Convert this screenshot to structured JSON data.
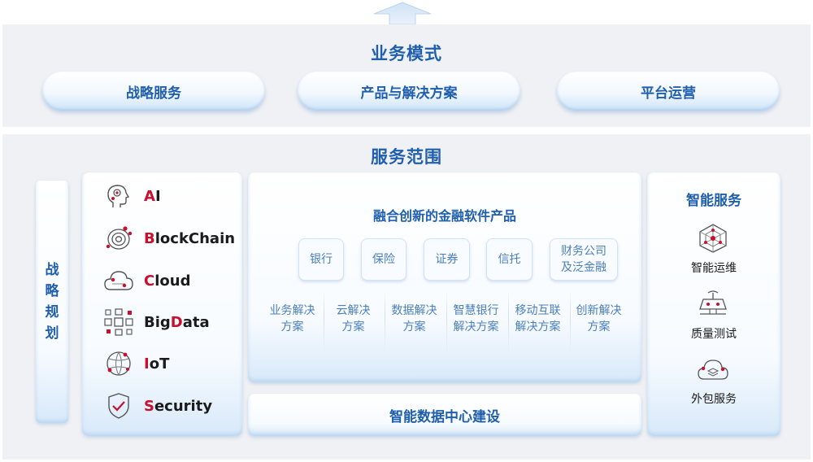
{
  "business_model": {
    "title": "业务模式",
    "pills": [
      "战略服务",
      "产品与解决方案",
      "平台运营"
    ]
  },
  "service_scope": {
    "title": "服务范围",
    "strategy_column": [
      "战",
      "略",
      "规",
      "划"
    ],
    "technologies": [
      {
        "first": "A",
        "rest": "I",
        "icon": "ai-head-icon"
      },
      {
        "first": "B",
        "rest": "lockChain",
        "icon": "blockchain-icon"
      },
      {
        "first": "C",
        "rest": "loud",
        "icon": "cloud-icon"
      },
      {
        "first": "",
        "rest": "BigData",
        "icon": "bigdata-grid-icon"
      },
      {
        "first": "I",
        "rest": "oT",
        "icon": "iot-globe-icon"
      },
      {
        "first": "S",
        "rest": "ecurity",
        "icon": "shield-check-icon"
      }
    ],
    "bigdata_parts": [
      "Big",
      "D",
      "ata"
    ],
    "fusion_products": {
      "title": "融合创新的金融软件产品",
      "sectors": [
        [
          "银行"
        ],
        [
          "保险"
        ],
        [
          "证券"
        ],
        [
          "信托"
        ],
        [
          "财务公司",
          "及泛金融"
        ]
      ],
      "solutions": [
        [
          "业务解决",
          "方案"
        ],
        [
          "云解决",
          "方案"
        ],
        [
          "数据解决",
          "方案"
        ],
        [
          "智慧银行",
          "解决方案"
        ],
        [
          "移动互联",
          "解决方案"
        ],
        [
          "创新解决",
          "方案"
        ]
      ]
    },
    "data_center": "智能数据中心建设",
    "intelligent_services": {
      "title": "智能服务",
      "items": [
        {
          "label": "智能运维",
          "icon": "ops-network-icon"
        },
        {
          "label": "质量测试",
          "icon": "quality-test-icon"
        },
        {
          "label": "外包服务",
          "icon": "outsourcing-cloud-icon"
        }
      ]
    }
  },
  "colors": {
    "brand_blue": "#1f5fae",
    "accent_red": "#c8102e",
    "light_blue_text": "#4a7fbe",
    "band_gray": "#f0f1f4"
  }
}
